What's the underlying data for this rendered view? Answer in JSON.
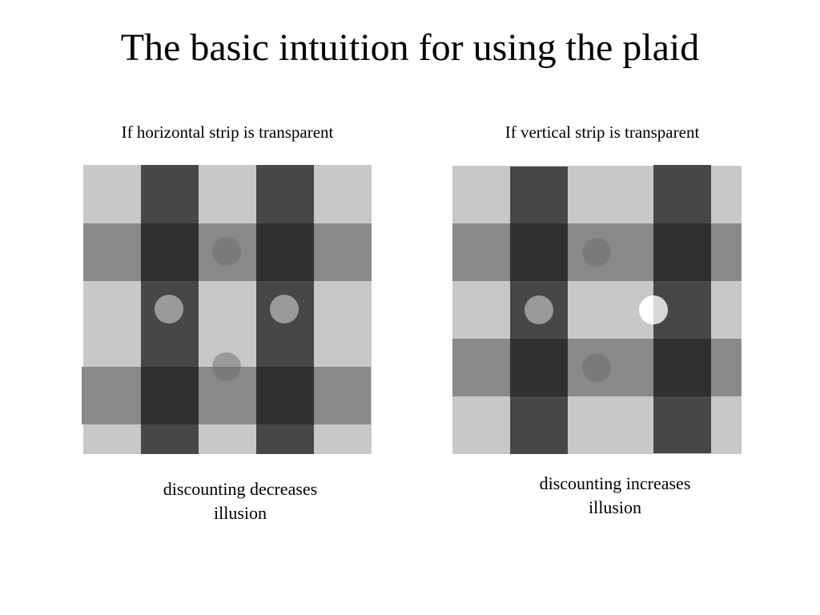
{
  "slide": {
    "title": "The basic intuition for using the plaid"
  },
  "panels": [
    {
      "id": "left",
      "heading": "If horizontal strip is transparent",
      "caption_line1": "discounting decreases",
      "caption_line2": "illusion"
    },
    {
      "id": "right",
      "heading": "If vertical strip is transparent",
      "caption_line1": "discounting increases",
      "caption_line2": "illusion"
    }
  ],
  "colors": {
    "background_light": "#c8c8c8",
    "background_white": "#ffffff",
    "vertical_strip": "#474747",
    "horizontal_strip": "#898989",
    "intersection": "#303030",
    "disk_gray": "#7a7a7a",
    "disk_light": "#9a9a9a",
    "disk_white": "#ffffff"
  }
}
